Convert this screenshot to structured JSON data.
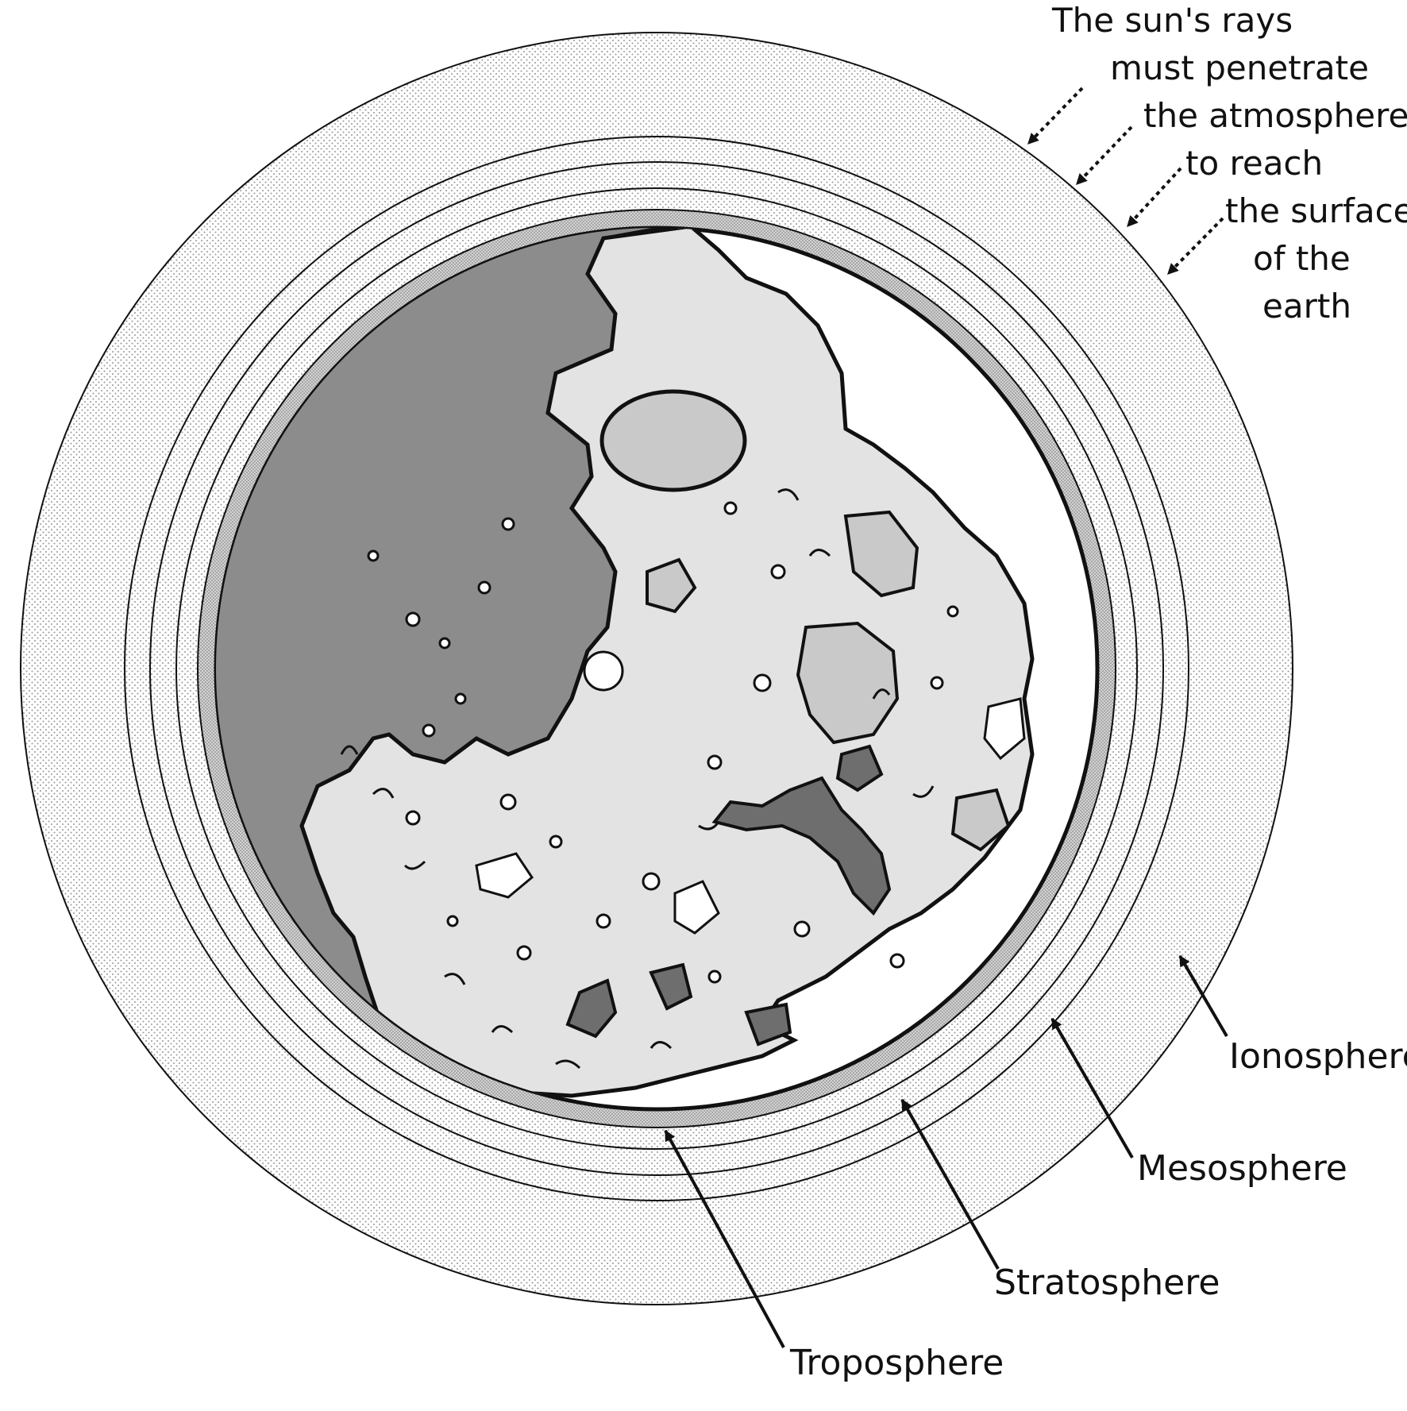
{
  "note_lines": [
    "The sun's rays",
    "must penetrate",
    "the atmosphere",
    "to reach",
    "the surface",
    "of the",
    "earth"
  ],
  "labels": {
    "ionosphere": "Ionosphere",
    "mesosphere": "Mesosphere",
    "stratosphere": "Stratosphere",
    "troposphere": "Troposphere"
  },
  "colors": {
    "dark_side": "#8c8c8c",
    "light_terrain": "#e3e3e3",
    "mare": "#c9c9c9",
    "dark_mare": "#6e6e6e",
    "bright_rim": "#ffffff",
    "outline": "#111111",
    "layer_dots": "#9a9a9a",
    "troposphere_band": "#b8b8b8"
  }
}
